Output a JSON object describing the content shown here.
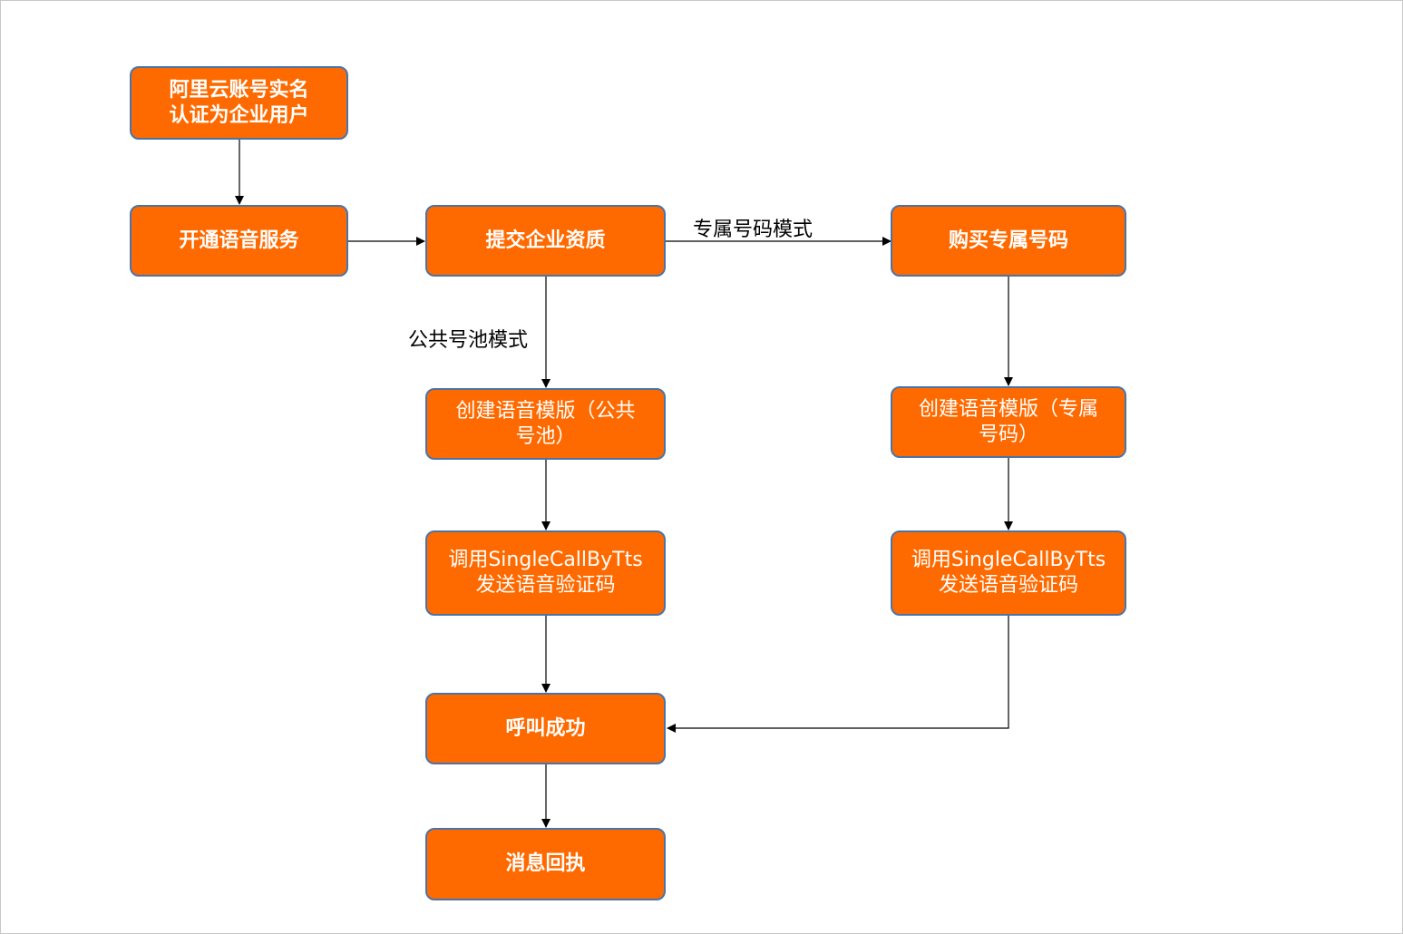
{
  "nodes": {
    "realname": {
      "line1": "阿里云账号实名",
      "line2": "认证为企业用户"
    },
    "open_voice": {
      "label": "开通语音服务"
    },
    "submit_qual": {
      "label": "提交企业资质"
    },
    "buy_number": {
      "label": "购买专属号码"
    },
    "tpl_public": {
      "line1": "创建语音模版（公共",
      "line2": "号池）"
    },
    "tpl_dedicated": {
      "line1": "创建语音模版（专属",
      "line2": "号码）"
    },
    "call_public": {
      "line1": "调用SingleCallByTts",
      "line2": "发送语音验证码"
    },
    "call_dedicated": {
      "line1": "调用SingleCallByTts",
      "line2": "发送语音验证码"
    },
    "call_success": {
      "label": "呼叫成功"
    },
    "receipt": {
      "label": "消息回执"
    }
  },
  "edge_labels": {
    "dedicated_mode": "专属号码模式",
    "public_mode": "公共号池模式"
  },
  "colors": {
    "node_fill": "#ff6a00",
    "node_border": "#4a74a8",
    "edge": "#000000"
  }
}
